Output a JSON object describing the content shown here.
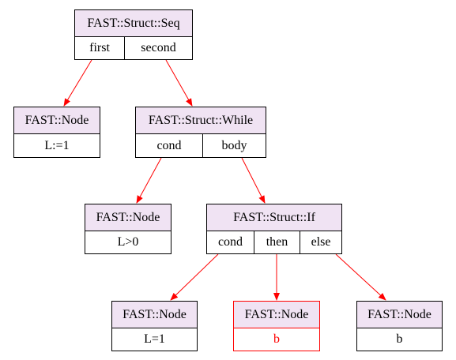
{
  "colors": {
    "edge": "#ff0000",
    "title_fill": "#f0e3f3",
    "highlight": "#ff0000"
  },
  "nodes": {
    "seq": {
      "title": "FAST::Struct::Seq",
      "fields": [
        "first",
        "second"
      ]
    },
    "node_l1": {
      "title": "FAST::Node",
      "value": "L:=1"
    },
    "while": {
      "title": "FAST::Struct::While",
      "fields": [
        "cond",
        "body"
      ]
    },
    "node_cond": {
      "title": "FAST::Node",
      "value": "L>0"
    },
    "if": {
      "title": "FAST::Struct::If",
      "fields": [
        "cond",
        "then",
        "else"
      ]
    },
    "node_if_cond": {
      "title": "FAST::Node",
      "value": "L=1"
    },
    "node_then": {
      "title": "FAST::Node",
      "value": "b"
    },
    "node_else": {
      "title": "FAST::Node",
      "value": "b"
    }
  },
  "edges": [
    {
      "from": "seq.first",
      "to": "node_l1"
    },
    {
      "from": "seq.second",
      "to": "while"
    },
    {
      "from": "while.cond",
      "to": "node_cond"
    },
    {
      "from": "while.body",
      "to": "if"
    },
    {
      "from": "if.cond",
      "to": "node_if_cond"
    },
    {
      "from": "if.then",
      "to": "node_then"
    },
    {
      "from": "if.else",
      "to": "node_else"
    }
  ]
}
